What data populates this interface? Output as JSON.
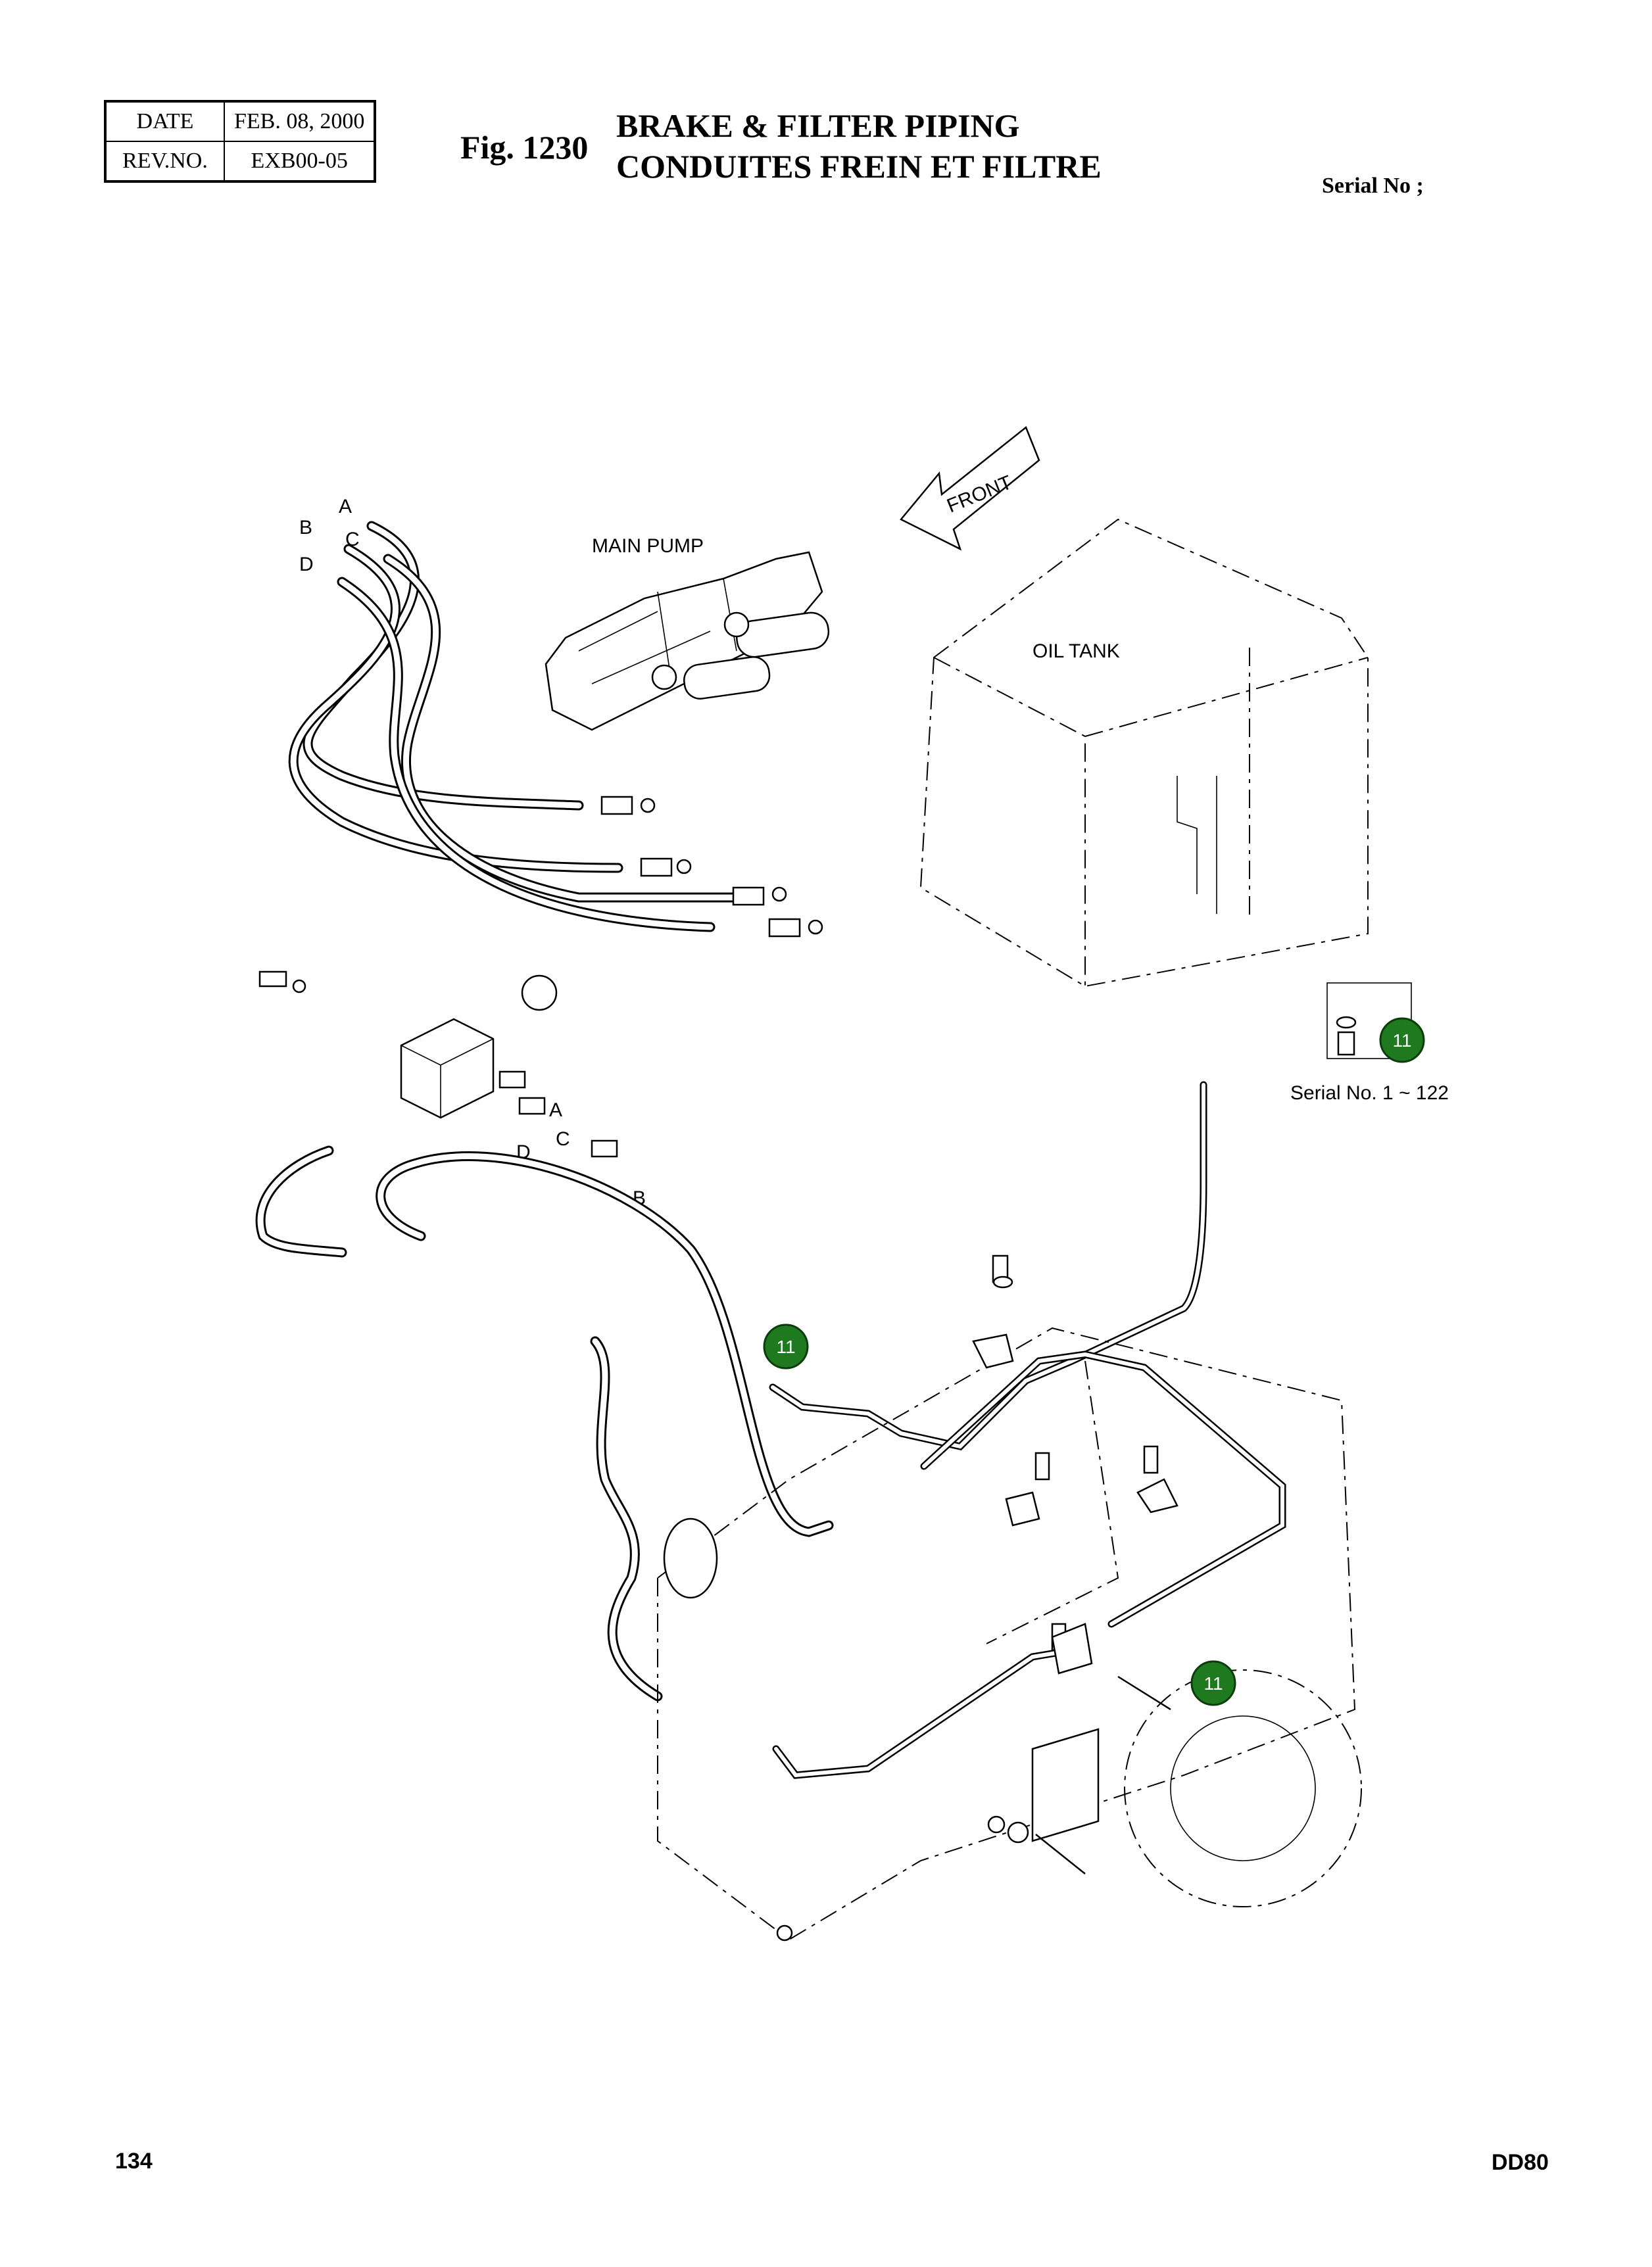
{
  "header": {
    "date_label": "DATE",
    "date_value": "FEB. 08, 2000",
    "rev_label": "REV.NO.",
    "rev_value": "EXB00-05",
    "fig_number": "Fig. 1230",
    "title_en": "BRAKE & FILTER PIPING",
    "title_fr": "CONDUITES FREIN ET FILTRE",
    "serial_label": "Serial No ;"
  },
  "diagram": {
    "labels": {
      "front": "FRONT",
      "main_pump": "MAIN PUMP",
      "oil_tank": "OIL TANK",
      "serial_range": "Serial No. 1 ~ 122",
      "port_a_top": "A",
      "port_b_top": "B",
      "port_c_top": "C",
      "port_d_top": "D",
      "port_a_mid": "A",
      "port_c_mid": "C",
      "port_d_mid": "D",
      "port_b_mid": "B"
    },
    "callouts": [
      {
        "number": "11",
        "color": "#1f7a1f"
      },
      {
        "number": "11",
        "color": "#1f7a1f"
      },
      {
        "number": "11",
        "color": "#1f7a1f"
      }
    ]
  },
  "footer": {
    "page_number": "134",
    "model": "DD80"
  }
}
